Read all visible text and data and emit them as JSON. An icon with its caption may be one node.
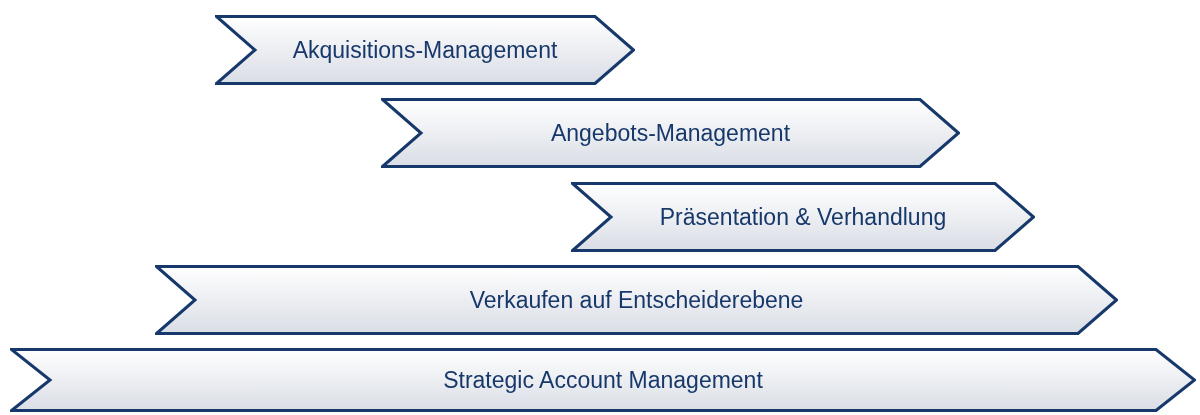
{
  "diagram": {
    "nodes": [
      {
        "text": [
          "Akquisitions-Management"
        ]
      },
      {
        "text": [
          "Angebots-Management"
        ]
      },
      {
        "text": [
          "Präsentation & Verhandlung"
        ]
      },
      {
        "text": [
          "Verkaufen auf Entscheiderebene"
        ]
      },
      {
        "text": [
          "Strategic Account Management"
        ]
      }
    ]
  }
}
